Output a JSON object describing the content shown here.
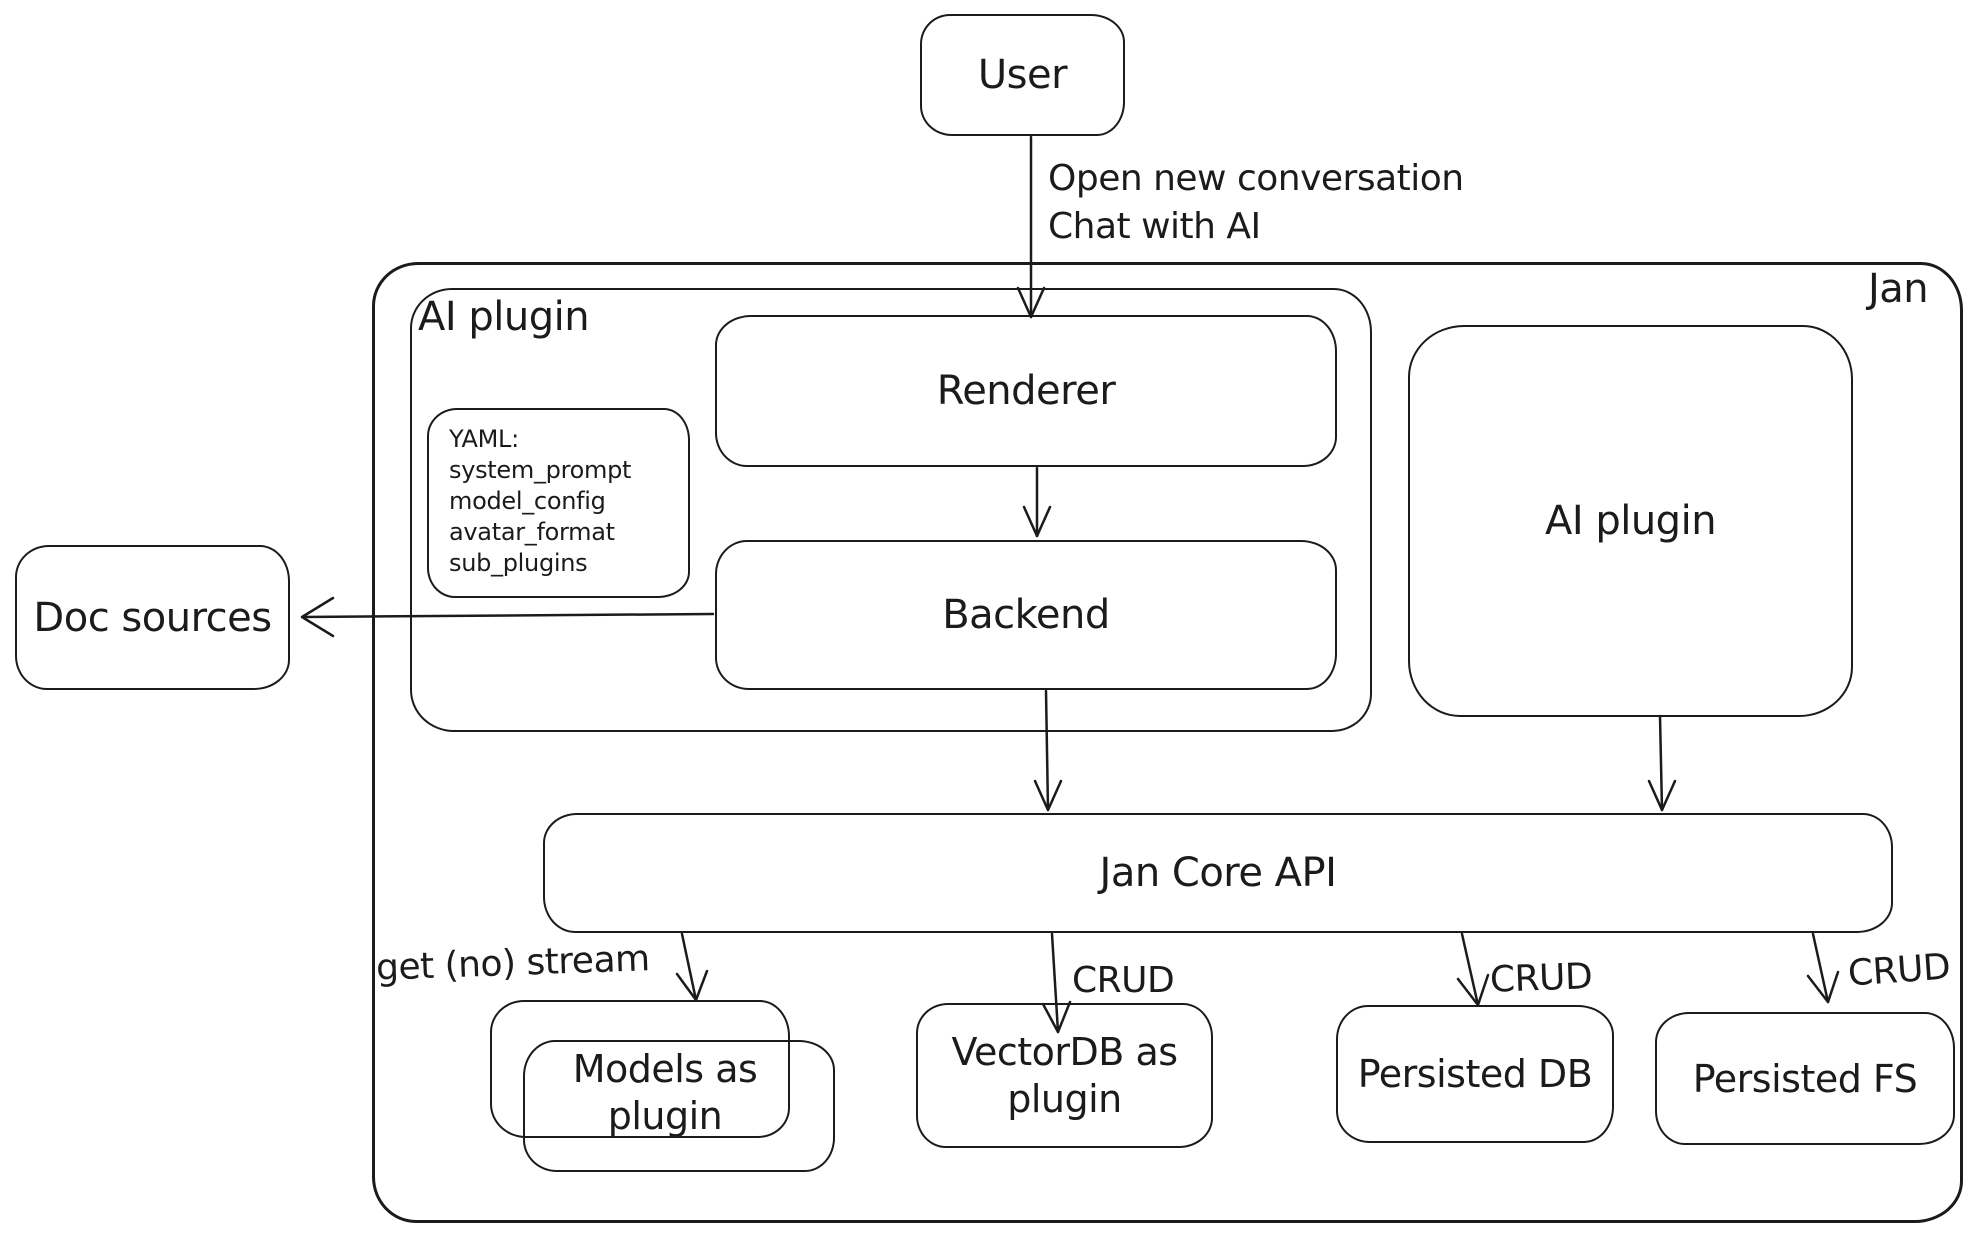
{
  "canvas": {
    "background": "#ffffff",
    "stroke_color": "#1b1b1b"
  },
  "nodes": {
    "user": {
      "label": "User"
    },
    "jan_system": {
      "label": "Jan"
    },
    "ai_plugin_group": {
      "label": "AI plugin"
    },
    "renderer": {
      "label": "Renderer"
    },
    "yaml_note": {
      "lines": [
        "YAML:",
        "system_prompt",
        "model_config",
        "avatar_format",
        "sub_plugins"
      ]
    },
    "backend": {
      "label": "Backend"
    },
    "doc_sources": {
      "label": "Doc sources"
    },
    "ai_plugin": {
      "label": "AI plugin"
    },
    "jan_core_api": {
      "label": "Jan Core API"
    },
    "models_as_plugin": {
      "label_lines": [
        "Models as",
        "plugin"
      ]
    },
    "vectordb_as_plugin": {
      "label_lines": [
        "VectorDB as",
        "plugin"
      ]
    },
    "persisted_db": {
      "label": "Persisted DB"
    },
    "persisted_fs": {
      "label": "Persisted FS"
    }
  },
  "edge_labels": {
    "user_to_renderer": [
      "Open new conversation",
      "Chat with AI"
    ],
    "jan_core_to_models": "get (no) stream",
    "jan_core_to_vectordb": "CRUD",
    "jan_core_to_persisted_db": "CRUD",
    "jan_core_to_persisted_fs": "CRUD"
  }
}
